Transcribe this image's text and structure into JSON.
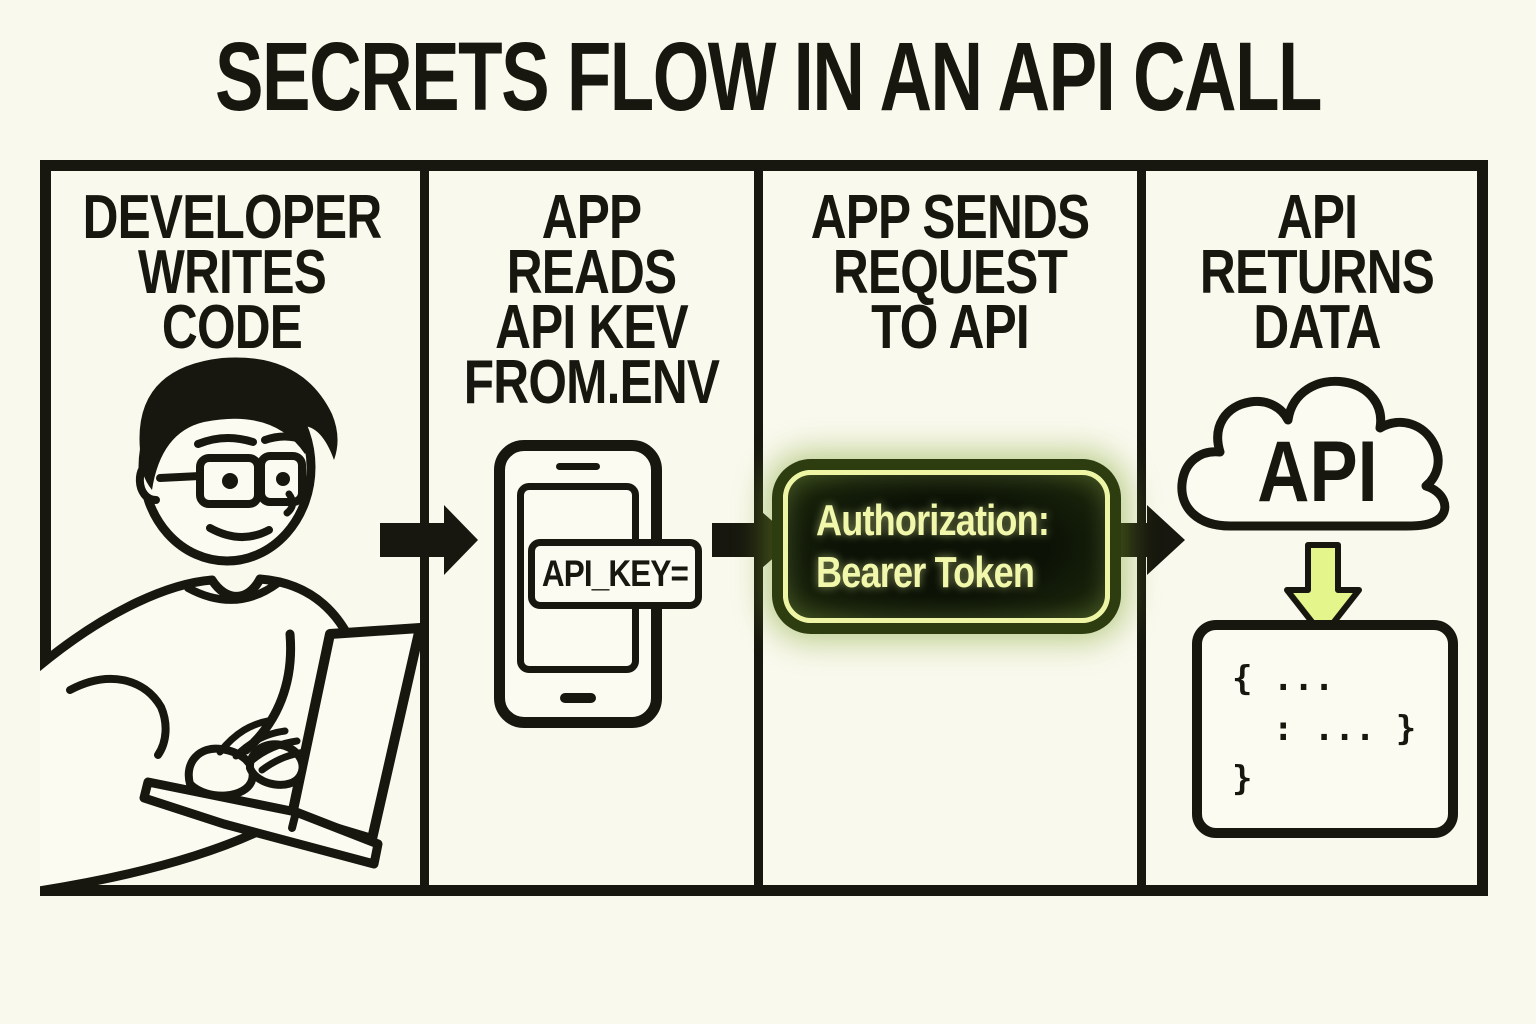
{
  "title": "SECRETS FLOW IN AN API CALL",
  "palette": {
    "background": "#FAF9EE",
    "ink": "#17170F",
    "paper": "#FCFBF2",
    "token_text": "#F1F8AB",
    "token_border": "#EEF6A6",
    "token_glow_ring": "#2E3D10",
    "accent_fill": "#E4F58B"
  },
  "panels": [
    {
      "heading_lines": [
        "DEVELOPER",
        "WRITES",
        "CODE"
      ],
      "illustration": "developer-at-laptop"
    },
    {
      "heading_lines": [
        "APP",
        "READS",
        "API KEV",
        "FROM.ENV"
      ],
      "phone_label": "API_KEY="
    },
    {
      "heading_lines": [
        "APP SENDS",
        "REQUEST",
        "TO API"
      ],
      "token_lines": [
        "Authorization:",
        "Bearer Token"
      ]
    },
    {
      "heading_lines": [
        "API",
        "RETURNS",
        "DATA"
      ],
      "cloud_label": "API",
      "json_lines": [
        "{ ...",
        "  : ... }",
        "}"
      ]
    }
  ]
}
